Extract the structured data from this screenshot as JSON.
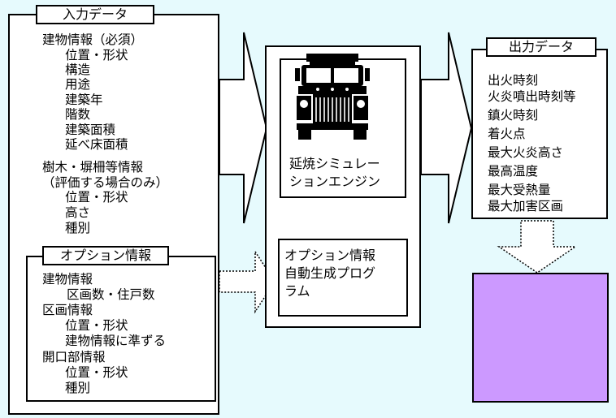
{
  "input": {
    "title": "入力データ",
    "building_header": "建物情報（必須）",
    "building_items": [
      "位置・形状",
      "構造",
      "用途",
      "建築年",
      "階数",
      "建築面積",
      "延べ床面積"
    ],
    "trees_header_1": "樹木・塀柵等情報",
    "trees_header_2": "（評価する場合のみ）",
    "trees_items": [
      "位置・形状",
      "高さ",
      "種別"
    ]
  },
  "option": {
    "title": "オプション情報",
    "lines": [
      {
        "text": "建物情報",
        "indent": 0
      },
      {
        "text": "区画数・住戸数",
        "indent": 2
      },
      {
        "text": "区画情報",
        "indent": 0
      },
      {
        "text": "位置・形状",
        "indent": 1
      },
      {
        "text": "建物情報に準ずる",
        "indent": 1
      },
      {
        "text": "開口部情報",
        "indent": 0
      },
      {
        "text": "位置・形状",
        "indent": 1
      },
      {
        "text": "種別",
        "indent": 1
      }
    ]
  },
  "engine": {
    "title_line1": "延焼シミュレー",
    "title_line2": "ションエンジン",
    "program_line1": "オプション情報",
    "program_line2": "自動生成プログ",
    "program_line3": "ラム"
  },
  "output": {
    "title": "出力データ",
    "items": [
      "出火時刻",
      "火炎噴出時刻等",
      "鎮火時刻",
      "着火点",
      "最大火炎高さ",
      "最高温度",
      "最大受熱量",
      "最大加害区画"
    ]
  },
  "colors": {
    "background": "#e6fafd",
    "result_box": "#cc99ff"
  },
  "icons": [
    "truck-icon"
  ]
}
